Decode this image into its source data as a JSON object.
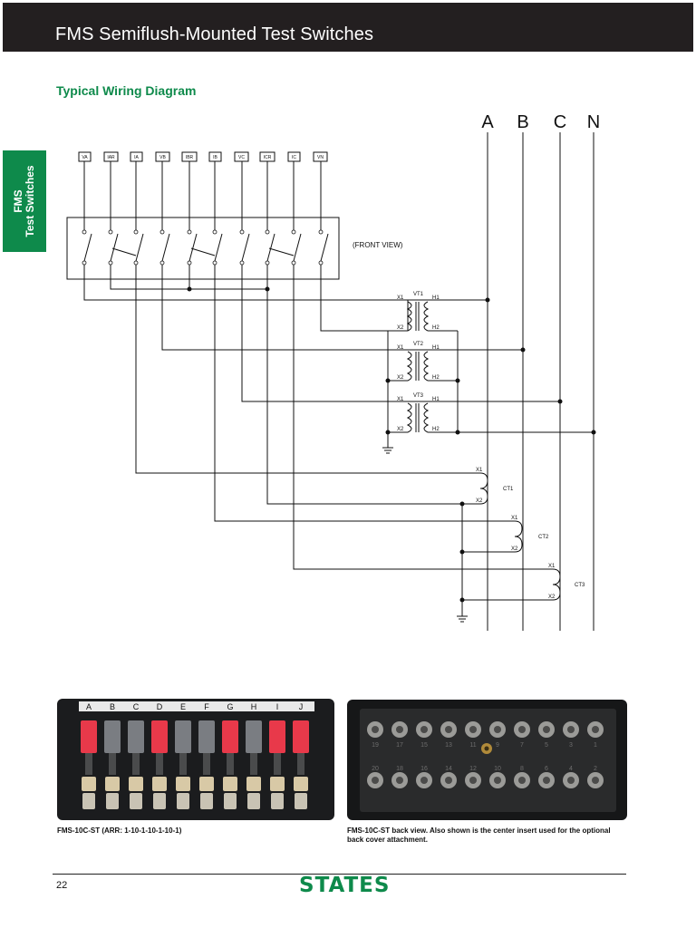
{
  "header": {
    "title": "FMS Semiflush-Mounted Test Switches"
  },
  "side_tab": {
    "line1": "FMS",
    "line2": "Test Switches"
  },
  "section": {
    "title": "Typical Wiring Diagram"
  },
  "diagram": {
    "phases": [
      "A",
      "B",
      "C",
      "N"
    ],
    "switch_labels": [
      "VA",
      "IAR",
      "IA",
      "VB",
      "IBR",
      "IB",
      "VC",
      "ICR",
      "IC",
      "VN"
    ],
    "front_view_label": "(FRONT VIEW)",
    "vts": [
      {
        "name": "VT1",
        "x1": "X1",
        "x2": "X2",
        "h1": "H1",
        "h2": "H2"
      },
      {
        "name": "VT2",
        "x1": "X1",
        "x2": "X2",
        "h1": "H1",
        "h2": "H2"
      },
      {
        "name": "VT3",
        "x1": "X1",
        "x2": "X2",
        "h1": "H1",
        "h2": "H2"
      }
    ],
    "cts": [
      {
        "name": "CT1",
        "x1": "X1",
        "x2": "X2"
      },
      {
        "name": "CT2",
        "x1": "X1",
        "x2": "X2"
      },
      {
        "name": "CT3",
        "x1": "X1",
        "x2": "X2"
      }
    ]
  },
  "photos": {
    "front": {
      "letters": [
        "A",
        "B",
        "C",
        "D",
        "E",
        "F",
        "G",
        "H",
        "I",
        "J"
      ],
      "caption": "FMS-10C-ST (ARR: 1-10-1-10-1-10-1)"
    },
    "back": {
      "top_numbers": [
        "19",
        "17",
        "15",
        "13",
        "11",
        "9",
        "7",
        "5",
        "3",
        "1"
      ],
      "bottom_numbers": [
        "20",
        "18",
        "16",
        "14",
        "12",
        "10",
        "8",
        "6",
        "4",
        "2"
      ],
      "caption": "FMS-10C-ST back view.  Also shown is the center insert used for the optional back cover attachment."
    }
  },
  "footer": {
    "page_number": "22",
    "logo_text": "STATES"
  },
  "colors": {
    "brand_green": "#0e8a4b",
    "header_bg": "#231f20",
    "handle_red": "#e8394a",
    "handle_gray": "#7a7d82"
  }
}
